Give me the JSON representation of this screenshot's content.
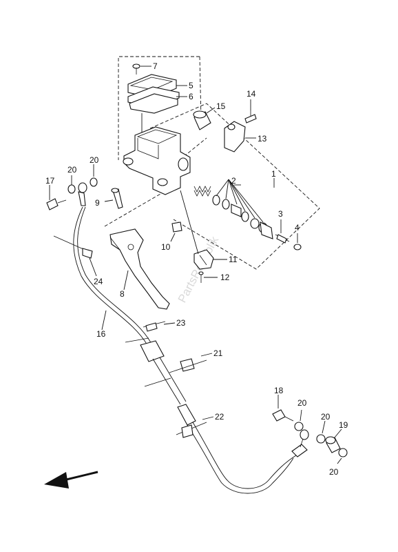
{
  "watermark": "PartsRepublik",
  "callouts": {
    "c1": "1",
    "c2": "2",
    "c3": "3",
    "c4": "4",
    "c5": "5",
    "c6": "6",
    "c7": "7",
    "c8": "8",
    "c9": "9",
    "c10": "10",
    "c11": "11",
    "c12": "12",
    "c13": "13",
    "c14": "14",
    "c15": "15",
    "c16": "16",
    "c17": "17",
    "c18": "18",
    "c19": "19",
    "c20a": "20",
    "c20b": "20",
    "c20c": "20",
    "c20d": "20",
    "c20e": "20",
    "c21": "21",
    "c22": "22",
    "c23": "23",
    "c24": "24"
  }
}
